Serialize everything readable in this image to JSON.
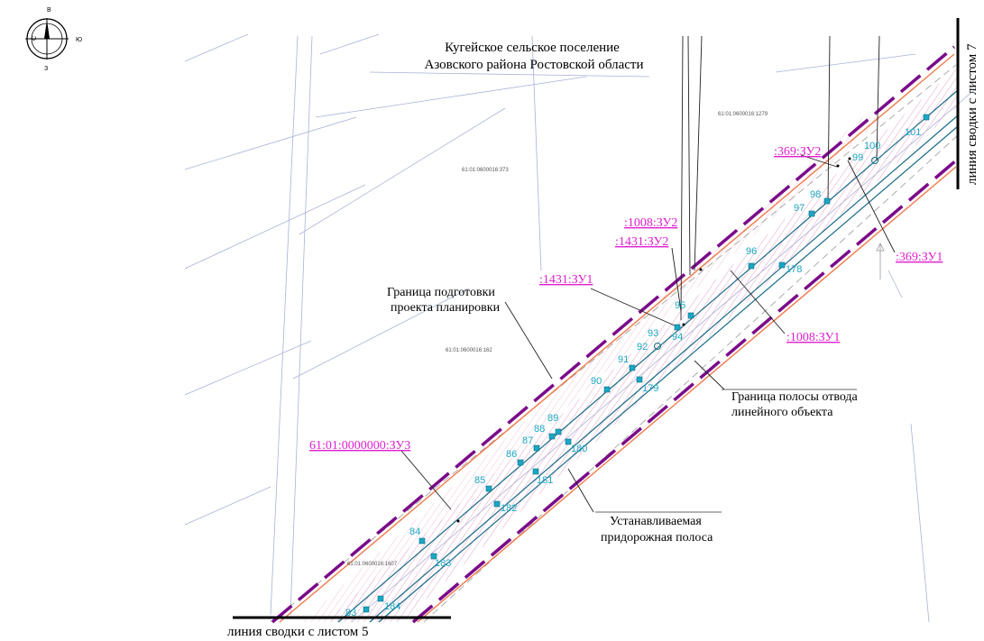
{
  "title": {
    "line1": "Кугейское сельское поселение",
    "line2": "Азовского района Ростовской области"
  },
  "compass": {
    "north": "С",
    "east": "В",
    "south": "Ю",
    "west": "З"
  },
  "edge_labels": {
    "right": "линия сводки с листом 7",
    "bottom": "линия сводки с листом 5"
  },
  "parcels": {
    "p373": "61:01:0600016:373",
    "p1279": "61:01:0600016:1279",
    "p162": "61:01:0600016:162",
    "p1607": "61:01:0600016:1607"
  },
  "plot_labels": {
    "zu369_2": ":369:ЗУ2",
    "zu1008_2": ":1008:ЗУ2",
    "zu1431_2": ":1431:ЗУ2",
    "zu1431_1": ":1431:ЗУ1",
    "zu1008_1": ":1008:ЗУ1",
    "zu369_1": ":369:ЗУ1",
    "zu0000_3": "61:01:0000000:ЗУ3"
  },
  "callouts": {
    "plan_boundary_1": "Граница  подготовки",
    "plan_boundary_2": "проекта планировки",
    "row_boundary_1": "Граница полосы отвода",
    "row_boundary_2": "линейного объекта",
    "roadside_1": "Устанавливаемая",
    "roadside_2": "придорожная полоса"
  },
  "points_north": [
    "83",
    "84",
    "85",
    "86",
    "87",
    "88",
    "89",
    "90",
    "91",
    "92",
    "93",
    "94",
    "95",
    "96",
    "97",
    "98",
    "99",
    "100",
    "101"
  ],
  "points_south": [
    "184",
    "183",
    "182",
    "181",
    "180",
    "179",
    "178"
  ],
  "colors": {
    "boundary": "#7a0a8a",
    "magenta": "#e020d0",
    "cyan": "#1aa7c4",
    "road": "#1a6b8a",
    "hatch": "#e6a0c8"
  }
}
